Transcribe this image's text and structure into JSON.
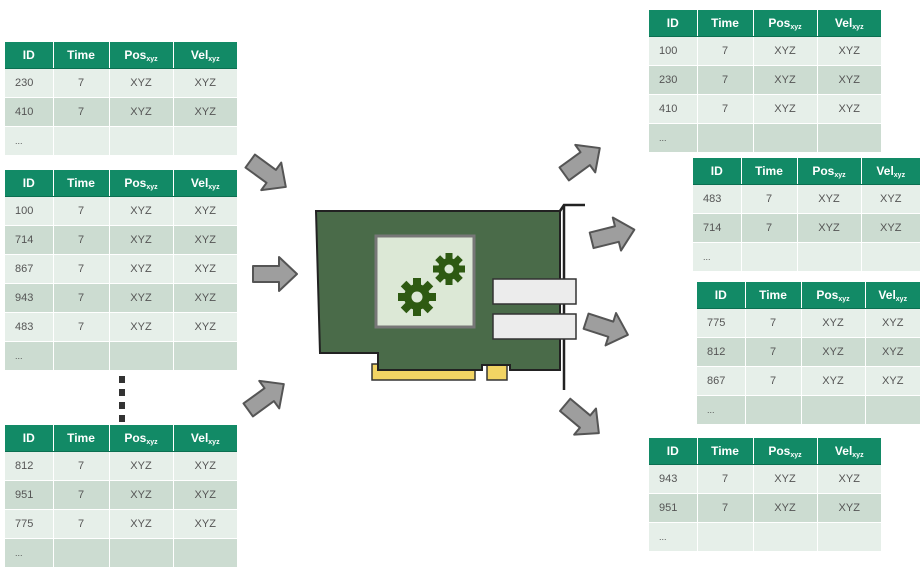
{
  "headers": {
    "id": "ID",
    "time": "Time",
    "pos": "Pos",
    "pos_sub": "xyz",
    "vel": "Vel",
    "vel_sub": "xyz"
  },
  "input_tables": [
    {
      "rows": [
        [
          "230",
          "7",
          "XYZ",
          "XYZ"
        ],
        [
          "410",
          "7",
          "XYZ",
          "XYZ"
        ]
      ],
      "ellipsis": "..."
    },
    {
      "rows": [
        [
          "100",
          "7",
          "XYZ",
          "XYZ"
        ],
        [
          "714",
          "7",
          "XYZ",
          "XYZ"
        ],
        [
          "867",
          "7",
          "XYZ",
          "XYZ"
        ],
        [
          "943",
          "7",
          "XYZ",
          "XYZ"
        ],
        [
          "483",
          "7",
          "XYZ",
          "XYZ"
        ]
      ],
      "ellipsis": "..."
    },
    {
      "rows": [
        [
          "812",
          "7",
          "XYZ",
          "XYZ"
        ],
        [
          "951",
          "7",
          "XYZ",
          "XYZ"
        ],
        [
          "775",
          "7",
          "XYZ",
          "XYZ"
        ]
      ],
      "ellipsis": "..."
    }
  ],
  "output_tables": [
    {
      "rows": [
        [
          "100",
          "7",
          "XYZ",
          "XYZ"
        ],
        [
          "230",
          "7",
          "XYZ",
          "XYZ"
        ],
        [
          "410",
          "7",
          "XYZ",
          "XYZ"
        ]
      ],
      "ellipsis": "..."
    },
    {
      "rows": [
        [
          "483",
          "7",
          "XYZ",
          "XYZ"
        ],
        [
          "714",
          "7",
          "XYZ",
          "XYZ"
        ]
      ],
      "ellipsis": "..."
    },
    {
      "rows": [
        [
          "775",
          "7",
          "XYZ",
          "XYZ"
        ],
        [
          "812",
          "7",
          "XYZ",
          "XYZ"
        ],
        [
          "867",
          "7",
          "XYZ",
          "XYZ"
        ]
      ],
      "ellipsis": "..."
    },
    {
      "rows": [
        [
          "943",
          "7",
          "XYZ",
          "XYZ"
        ],
        [
          "951",
          "7",
          "XYZ",
          "XYZ"
        ]
      ],
      "ellipsis": "..."
    }
  ],
  "colors": {
    "header_green": "#128a66",
    "card_green": "#4a6b49",
    "gear_green": "#2e5a12",
    "gold": "#f2d463",
    "arrow_gray": "#9e9e9e"
  },
  "icons": {
    "processor": "gear-icon",
    "flow": "arrow-icon"
  }
}
